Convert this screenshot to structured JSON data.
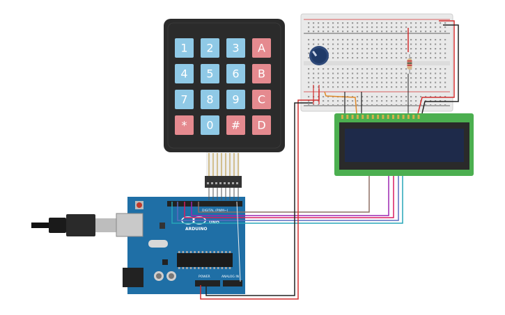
{
  "keypad": {
    "rows": [
      [
        {
          "label": "1",
          "type": "num"
        },
        {
          "label": "2",
          "type": "num"
        },
        {
          "label": "3",
          "type": "num"
        },
        {
          "label": "A",
          "type": "letter"
        }
      ],
      [
        {
          "label": "4",
          "type": "num"
        },
        {
          "label": "5",
          "type": "num"
        },
        {
          "label": "6",
          "type": "num"
        },
        {
          "label": "B",
          "type": "letter"
        }
      ],
      [
        {
          "label": "7",
          "type": "num"
        },
        {
          "label": "8",
          "type": "num"
        },
        {
          "label": "9",
          "type": "num"
        },
        {
          "label": "C",
          "type": "letter"
        }
      ],
      [
        {
          "label": "*",
          "type": "letter"
        },
        {
          "label": "0",
          "type": "num"
        },
        {
          "label": "#",
          "type": "letter"
        },
        {
          "label": "D",
          "type": "letter"
        }
      ]
    ],
    "colors": {
      "body": "#2b2b2b",
      "num": "#8fc9e6",
      "letter": "#e58a8f"
    }
  },
  "arduino": {
    "brand": "ARDUINO",
    "model": "UNO",
    "digital_label": "DIGITAL (PWM~)",
    "power_label": "POWER",
    "analog_label": "ANALOG IN",
    "board_color": "#1f6fa6"
  },
  "lcd": {
    "pcb_color": "#4caf50",
    "screen_color": "#1e2a4a"
  },
  "breadboard": {
    "color": "#e9e9e9"
  },
  "wire_colors": {
    "red": "#d32f2f",
    "black": "#222222",
    "brown": "#8d6e63",
    "orange": "#e08a2a",
    "purple": "#9c27b0",
    "pink": "#d81b60",
    "blue": "#5c6bc0",
    "cyan": "#26a6b8"
  }
}
